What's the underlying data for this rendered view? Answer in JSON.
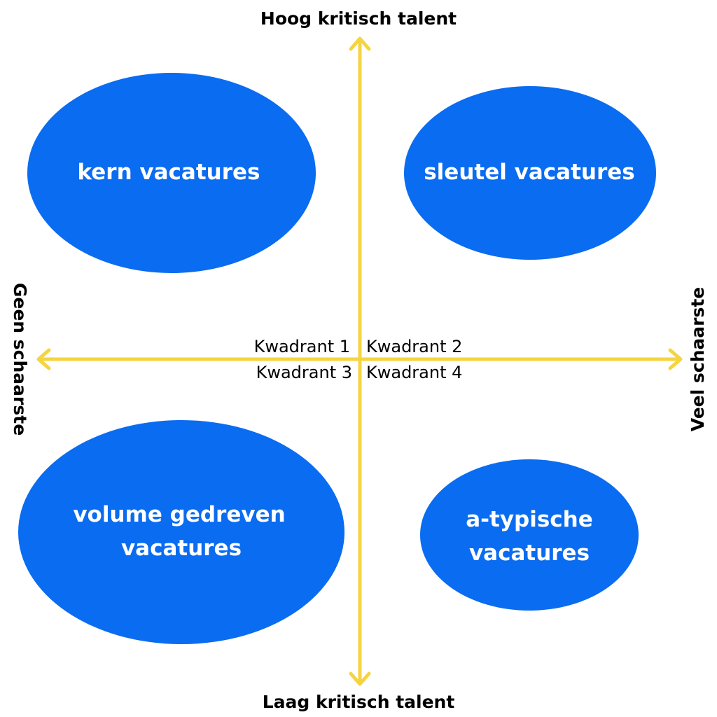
{
  "colors": {
    "bubble": "#0a6cf0",
    "axis": "#f5d442",
    "text_on_bubble": "#ffffff",
    "text": "#000000"
  },
  "axes": {
    "top": "Hoog kritisch talent",
    "bottom": "Laag kritisch talent",
    "left": "Geen schaarste",
    "right": "Veel schaarste"
  },
  "quadrants": {
    "q1": "Kwadrant 1",
    "q2": "Kwadrant 2",
    "q3": "Kwadrant 3",
    "q4": "Kwadrant 4"
  },
  "bubbles": {
    "top_left": {
      "line1": "kern vacatures",
      "line2": ""
    },
    "top_right": {
      "line1": "sleutel vacatures",
      "line2": ""
    },
    "bottom_left": {
      "line1": "volume gedreven",
      "line2": "vacatures"
    },
    "bottom_right": {
      "line1": "a-typische",
      "line2": "vacatures"
    }
  }
}
